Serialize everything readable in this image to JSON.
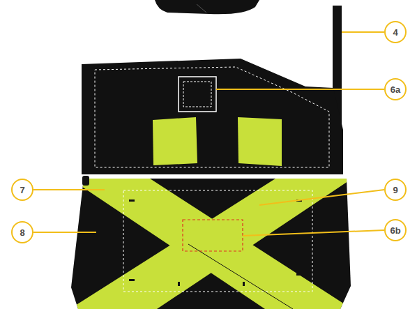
{
  "diagram": {
    "labels": [
      "4",
      "6a",
      "7",
      "8",
      "9",
      "6b"
    ]
  }
}
